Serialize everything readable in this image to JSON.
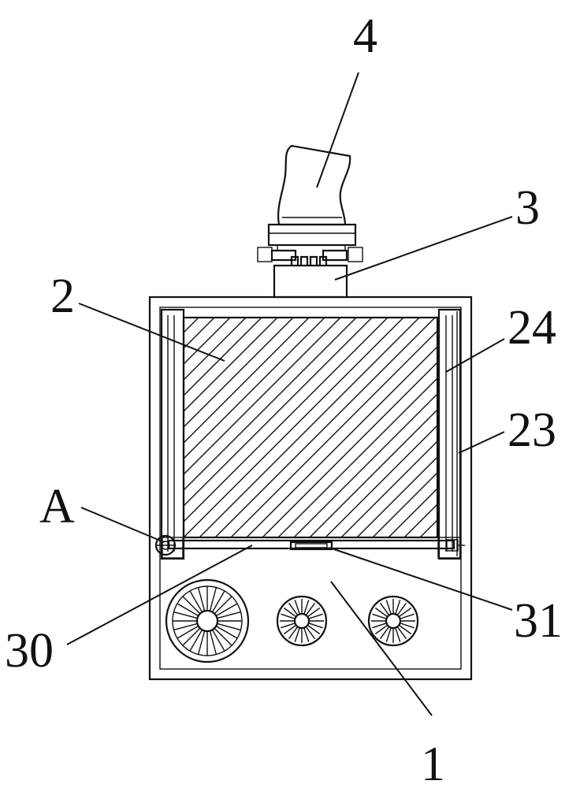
{
  "labels": {
    "l4": "4",
    "l3": "3",
    "l2": "2",
    "l24": "24",
    "l23": "23",
    "lA": "A",
    "l30": "30",
    "l31": "31",
    "l1": "1"
  },
  "colors": {
    "line": "#111111",
    "background": "#ffffff"
  }
}
